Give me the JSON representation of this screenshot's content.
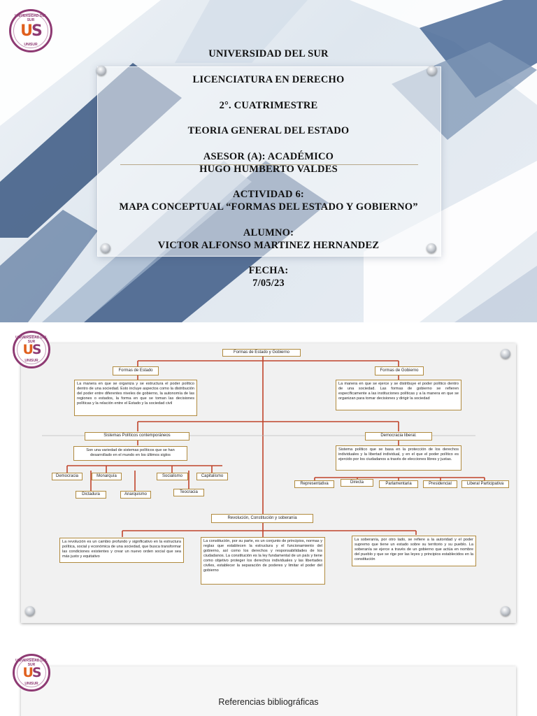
{
  "logo": {
    "top_text": "UNIVERSIDAD DEL SUR",
    "mark": "US",
    "bottom_text": "UNISUR"
  },
  "cover": {
    "university": "UNIVERSIDAD DEL SUR",
    "degree": "LICENCIATURA EN DERECHO",
    "term": "2°. CUATRIMESTRE",
    "subject": "TEORIA GENERAL DEL ESTADO",
    "advisor_label": "ASESOR (A): ACADÉMICO",
    "advisor_name": "HUGO HUMBERTO VALDES",
    "activity_label": "ACTIVIDAD 6:",
    "activity_title": "MAPA CONCEPTUAL “FORMAS DEL ESTADO Y GOBIERNO”",
    "student_label": "ALUMNO:",
    "student_name": "VICTOR ALFONSO MARTINEZ HERNANDEZ",
    "date_label": "FECHA:",
    "date_value": "7/05/23"
  },
  "concept_map": {
    "root": "Formas de Estado y Gobierno",
    "formas_estado": {
      "title": "Formas de Estado",
      "description": "La manera en que se organiza y se estructura el poder político dentro de una sociedad. Esto incluye aspectos como la distribución del poder entre diferentes niveles de gobierno, la autonomía de las regiones o estados, la forma en que se toman las decisiones políticas y la relación entre el Estado y la sociedad civil"
    },
    "formas_gobierno": {
      "title": "Formas de Gobierno",
      "description": "La manera en que se ejerce y se distribuye el poder político dentro de una sociedad. Las formas de gobierno se refieren específicamente a las instituciones políticas y a la manera en que se organizan para tomar decisiones y dirigir la sociedad"
    },
    "sistemas": {
      "title": "Sistemas Políticos contemporáneos",
      "description": "Son una variedad de sistemas políticos que se han desarrollado en el mundo en los últimos siglos",
      "items_row1": [
        "Democracia",
        "Monarquía",
        "Socialismo",
        "Capitalismo"
      ],
      "items_row2": [
        "Dictadura",
        "Anarquismo",
        "Teocracia"
      ]
    },
    "democracia_liberal": {
      "title": "Democracia liberal.",
      "description": "Sistema político que se basa en la protección de los derechos individuales y la libertad individual, y en el que el poder político es ejercido por los ciudadanos a través de elecciones libres y justas.",
      "items": [
        "Representativa",
        "Directa",
        "Parlamentaria",
        "Presidencial",
        "Liberal Participativa"
      ]
    },
    "revolucion": {
      "title": "Revolución, Constitución y soberanía",
      "revolucion_text": "La revolución es un cambio profundo y significativo en la estructura política, social y económica de una sociedad, que busca transformar las condiciones existentes y crear un nuevo orden social que sea más justo y equitativo",
      "constitucion_text": "La constitución, por su parte, es un conjunto de principios, normas y reglas que establecen la estructura y el funcionamiento del gobierno, así como los derechos y responsabilidades de los ciudadanos. La constitución es la ley fundamental de un país y tiene como objetivo proteger los derechos individuales y las libertades civiles, establecer la separación de poderes y limitar el poder del gobierno",
      "soberania_text": "La soberanía, por otro lado, se refiere a la autoridad y el poder supremo que tiene un estado sobre su territorio y su pueblo. La soberanía se ejerce a través de un gobierno que actúa en nombre del pueblo y que se rige por las leyes y principios establecidos en la constitución"
    }
  },
  "references": {
    "title": "Referencias bibliográficas"
  },
  "colors": {
    "connector": "#c0442b",
    "node_border": "#b08a3e",
    "logo_purple": "#8e3a73",
    "logo_orange": "#e0601e"
  }
}
